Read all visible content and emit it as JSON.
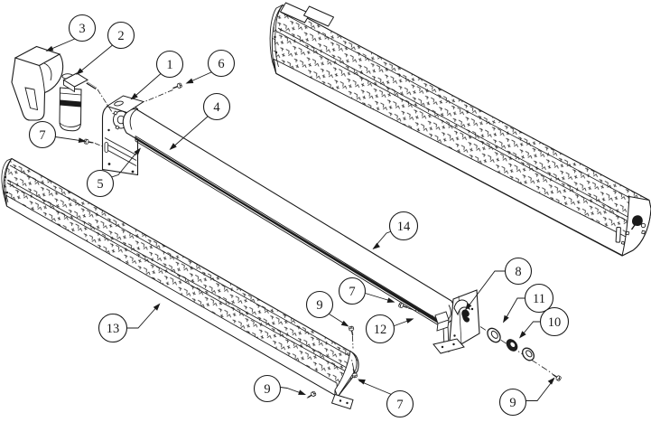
{
  "figure": {
    "type": "exploded-parts-diagram",
    "background_color": "#ffffff",
    "line_color": "#1a1a1a",
    "distinct_part_numbers": [
      "1",
      "2",
      "3",
      "4",
      "5",
      "6",
      "7",
      "8",
      "9",
      "10",
      "11",
      "12",
      "13",
      "14"
    ]
  },
  "callouts": [
    {
      "label": "3"
    },
    {
      "label": "2"
    },
    {
      "label": "1"
    },
    {
      "label": "6"
    },
    {
      "label": "4"
    },
    {
      "label": "7"
    },
    {
      "label": "5"
    },
    {
      "label": "14"
    },
    {
      "label": "13"
    },
    {
      "label": "9"
    },
    {
      "label": "7"
    },
    {
      "label": "12"
    },
    {
      "label": "8"
    },
    {
      "label": "11"
    },
    {
      "label": "10"
    },
    {
      "label": "9"
    },
    {
      "label": "7"
    },
    {
      "label": "9"
    }
  ]
}
